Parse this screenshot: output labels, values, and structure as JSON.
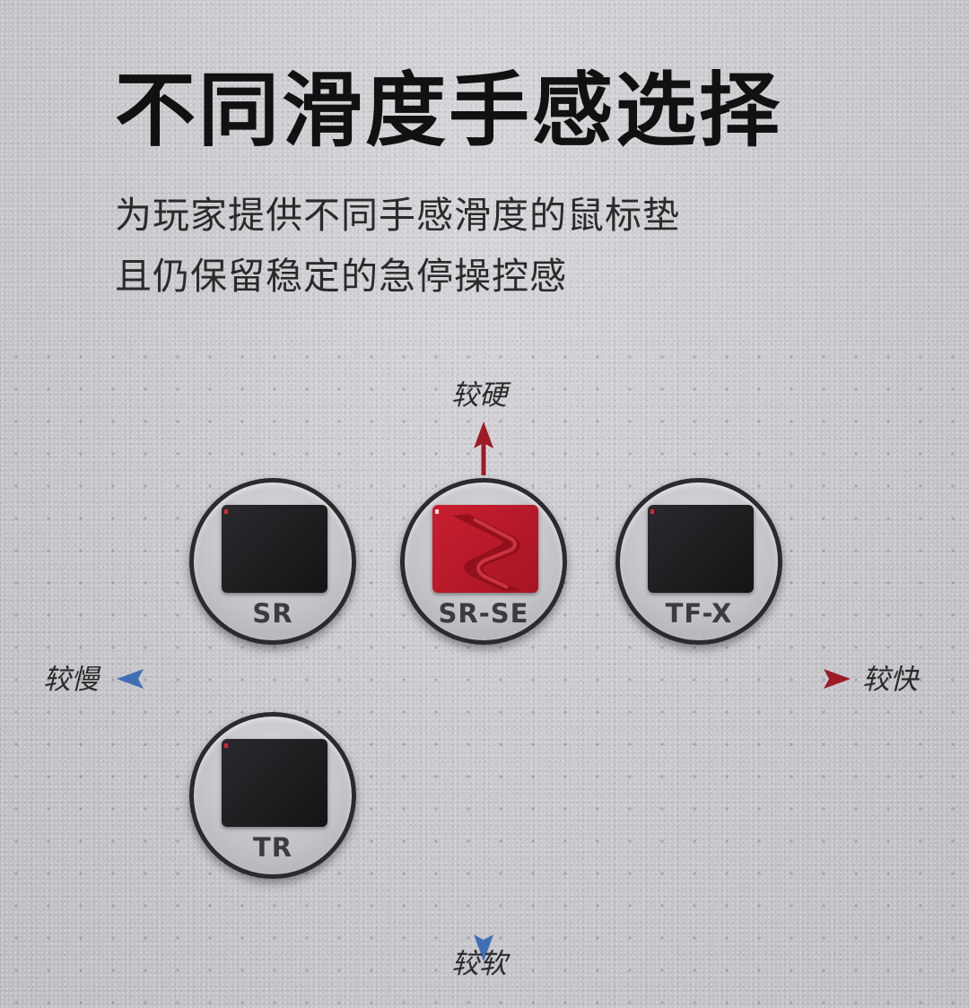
{
  "header": {
    "title": "不同滑度手感选择",
    "subtitle_line1": "为玩家提供不同手感滑度的鼠标垫",
    "subtitle_line2": "且仍保留稳定的急停操控感"
  },
  "axes": {
    "top_label": "较硬",
    "bottom_label": "较软",
    "left_label": "较慢",
    "right_label": "较快",
    "colors": {
      "positive": "#9c1b24",
      "negative": "#3f6fb5",
      "center": "#f2f2f4"
    }
  },
  "pads": [
    {
      "name": "SR",
      "quadrant": "slower-harder",
      "style": "black"
    },
    {
      "name": "SR-SE",
      "quadrant": "center-harder",
      "style": "red"
    },
    {
      "name": "TF-X",
      "quadrant": "faster-harder",
      "style": "black"
    },
    {
      "name": "TR",
      "quadrant": "slower-softer",
      "style": "black"
    }
  ]
}
